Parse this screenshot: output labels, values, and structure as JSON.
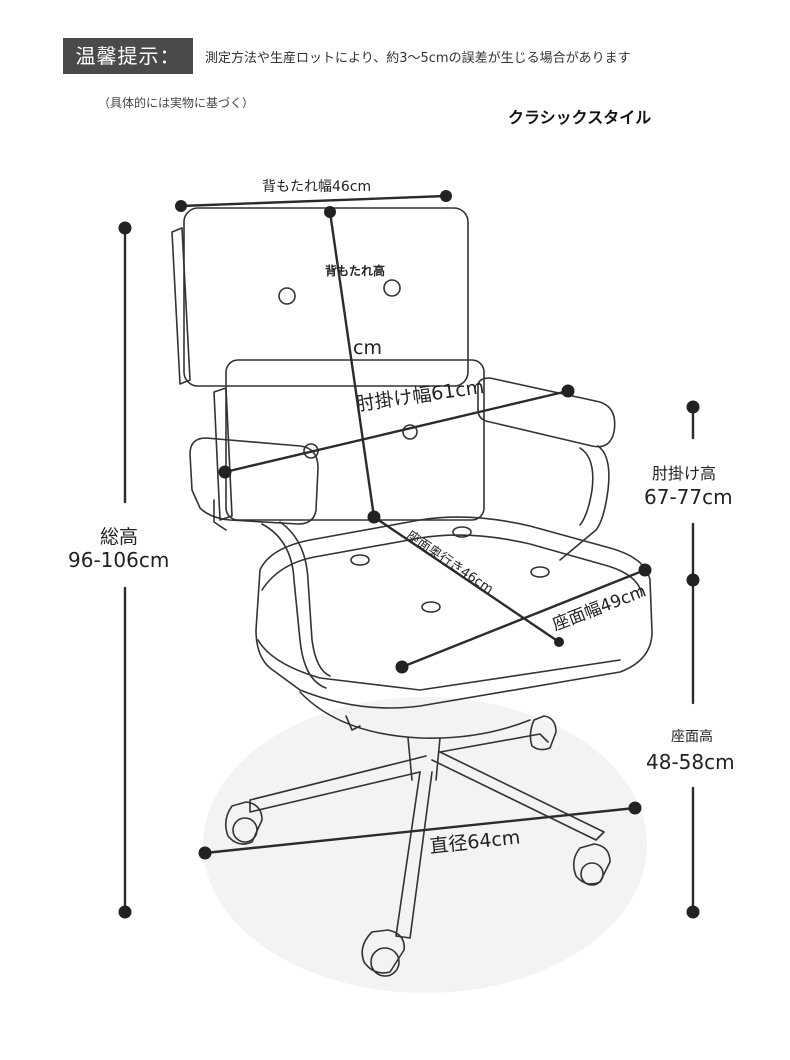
{
  "notice": {
    "badge": "温馨提示：",
    "text": "測定方法や生産ロットにより、約3〜5cmの誤差が生じる場合があります",
    "sub": "（具体的には実物に基づく）"
  },
  "style_label": "クラシックスタイル",
  "dimensions": {
    "back_width": "背もたれ幅46cm",
    "back_height_title": "背もたれ高",
    "back_height_value": "cm",
    "armrest_width": "肘掛け幅61cm",
    "armrest_height_title": "肘掛け高",
    "armrest_height_value": "67-77cm",
    "seat_depth": "座面奥行き46cm",
    "seat_width": "座面幅49cm",
    "seat_height_title": "座面高",
    "seat_height_value": "48-58cm",
    "total_height_title": "総高",
    "total_height_value": "96-106cm",
    "diameter": "直径64cm"
  },
  "colors": {
    "line": "#333333",
    "badge": "#4a4a4a",
    "floor": "#f3f3f3"
  }
}
